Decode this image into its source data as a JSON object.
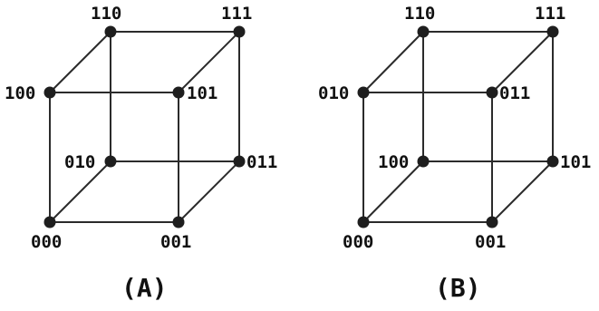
{
  "diagrams": [
    {
      "caption": "(A)",
      "nodes": {
        "front_top_left": "100",
        "front_top_right": "101",
        "front_bottom_left": "000",
        "front_bottom_right": "001",
        "back_top_left": "110",
        "back_top_right": "111",
        "back_bottom_left": "010",
        "back_bottom_right": "011"
      }
    },
    {
      "caption": "(B)",
      "nodes": {
        "front_top_left": "010",
        "front_top_right": "011",
        "front_bottom_left": "000",
        "front_bottom_right": "001",
        "back_top_left": "110",
        "back_top_right": "111",
        "back_bottom_left": "100",
        "back_bottom_right": "101"
      }
    }
  ]
}
